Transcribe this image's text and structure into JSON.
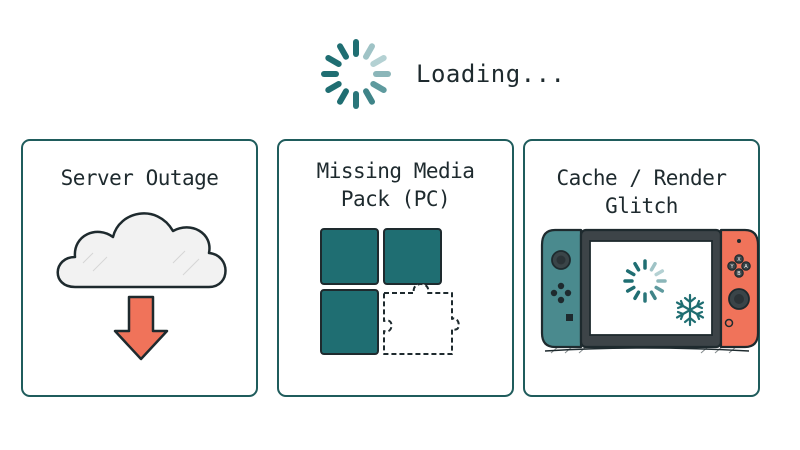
{
  "status": {
    "label": "Loading...",
    "spinner_icon": "loading-spinner-icon"
  },
  "cards": [
    {
      "title": "Server Outage",
      "icon": "cloud-download-icon"
    },
    {
      "title_lines": [
        "Missing Media",
        "Pack (PC)"
      ],
      "icon": "missing-puzzle-tiles-icon"
    },
    {
      "title": "Cache / Render Glitch",
      "icon": "handheld-console-icon"
    }
  ],
  "colors": {
    "teal": "#1f6e72",
    "teal_light": "#9fc3c6",
    "border": "#1f5c5c",
    "arrow": "#f0735a",
    "joycon_left": "#4a8a8e",
    "joycon_right": "#f0735a"
  }
}
